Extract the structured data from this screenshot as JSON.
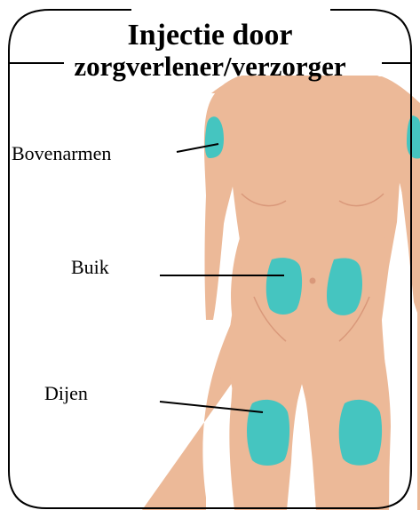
{
  "title": {
    "line1": "Injectie door",
    "line2": "zorgverlener/verzorger"
  },
  "labels": {
    "upper_arms": "Bovenarmen",
    "abdomen": "Buik",
    "thighs": "Dijen"
  },
  "colors": {
    "skin": "#ecb998",
    "skin_shadow": "#d9987a",
    "injection_area": "#45c5c0",
    "outline": "#000000"
  }
}
